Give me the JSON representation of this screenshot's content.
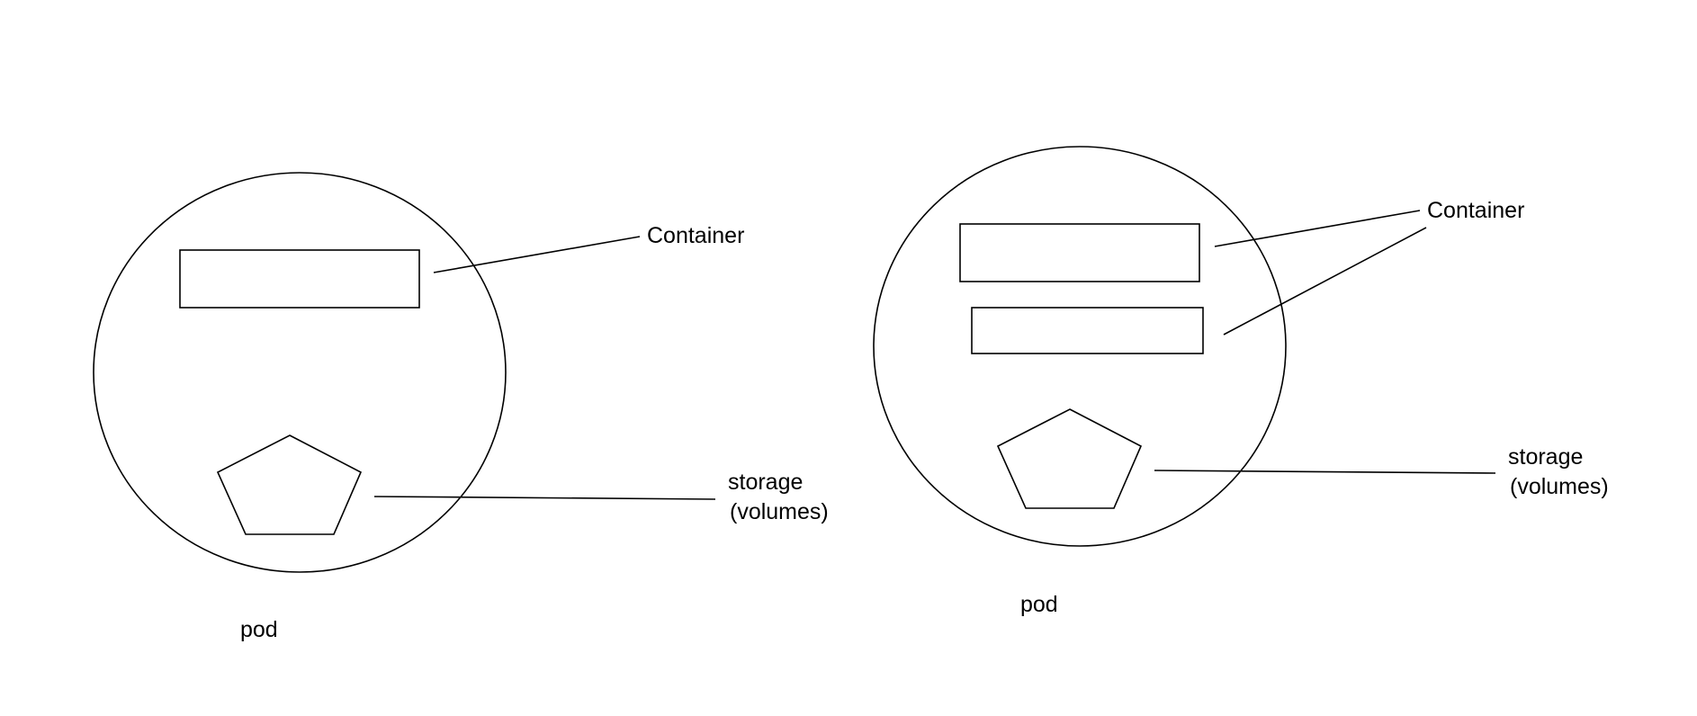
{
  "diagrams": [
    {
      "pod_label": "pod",
      "container_label": "Container",
      "storage_label_line1": "storage",
      "storage_label_line2": "(volumes)",
      "container_count": 1
    },
    {
      "pod_label": "pod",
      "container_label": "Container",
      "storage_label_line1": "storage",
      "storage_label_line2": "(volumes)",
      "container_count": 2
    }
  ]
}
